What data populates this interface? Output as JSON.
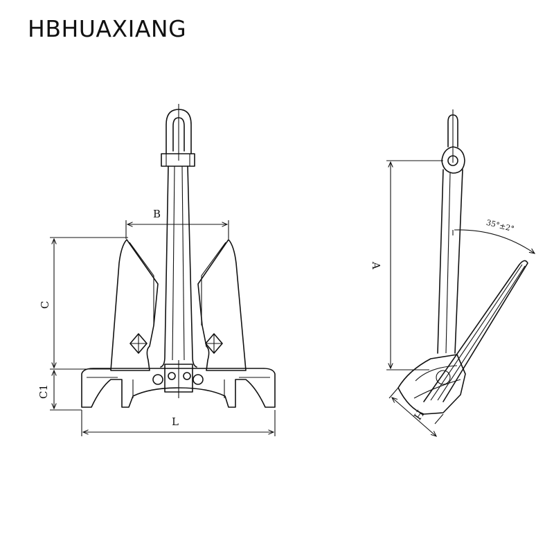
{
  "brand": "HBHUAXIANG",
  "front_view": {
    "dim_B": "B",
    "dim_C": "C",
    "dim_C1": "C1",
    "dim_L": "L"
  },
  "side_view": {
    "dim_A": "A",
    "dim_H": "H",
    "angle": "35°±2°"
  }
}
